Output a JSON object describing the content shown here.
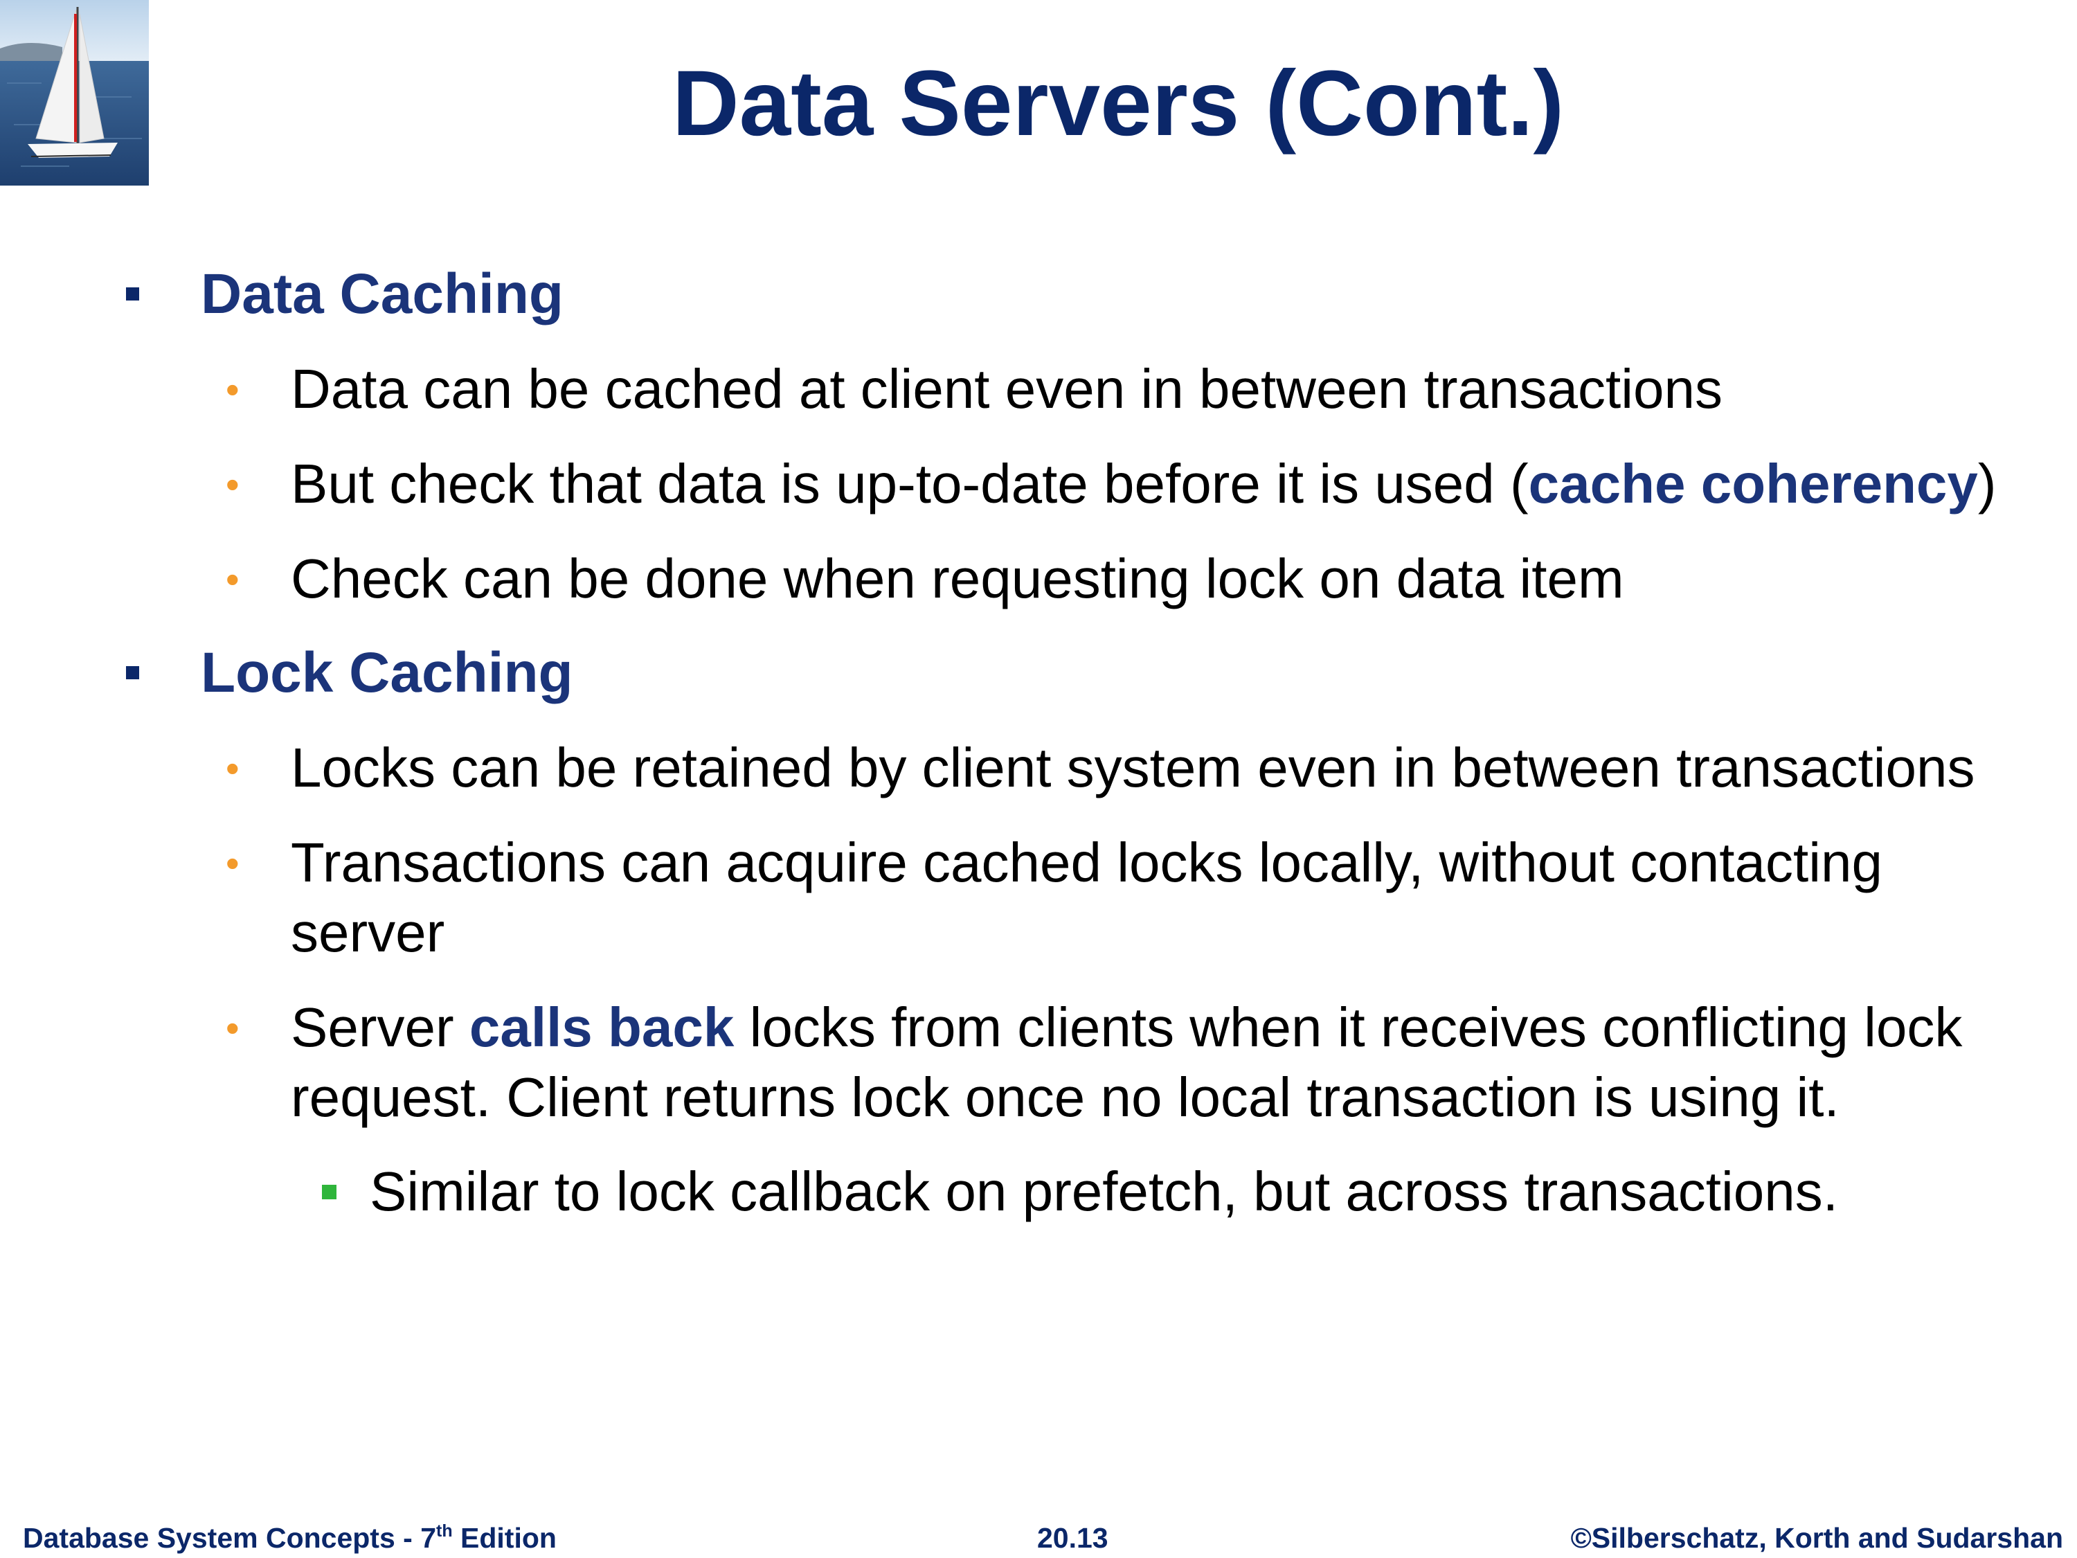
{
  "slide": {
    "title": "Data Servers (Cont.)"
  },
  "content": {
    "sections": [
      {
        "heading": "Data Caching",
        "bullets": [
          {
            "text": "Data can be cached at client even in between transactions"
          },
          {
            "pre": "But check that data is up-to-date before it is used (",
            "highlight": "cache coherency",
            "post": ")"
          },
          {
            "text": "Check can be done when requesting lock on data item"
          }
        ]
      },
      {
        "heading": "Lock Caching",
        "bullets": [
          {
            "text": "Locks can be retained by client system even in between transactions"
          },
          {
            "text": "Transactions can acquire cached locks locally, without contacting server"
          },
          {
            "pre": "Server ",
            "highlight": "calls back",
            "post": " locks from clients when it receives conflicting lock request.  Client returns lock once no local transaction is using it."
          }
        ],
        "subbullet": "Similar to lock callback on prefetch, but across transactions."
      }
    ]
  },
  "footer": {
    "book": "Database System Concepts - 7",
    "edition_sup": "th",
    "edition_word": " Edition",
    "page": "20.13",
    "copyright": "©Silberschatz, Korth and Sudarshan"
  },
  "icons": {
    "logo": "sailboat-logo-image",
    "level1_marker": "square-bullet-icon",
    "level2_marker": "round-bullet-icon",
    "level3_marker": "green-square-bullet-icon"
  },
  "colors": {
    "title": "#0b2769",
    "heading": "#1b347a",
    "bullet_orange": "#f39a2b",
    "bullet_green": "#2fb53b"
  }
}
